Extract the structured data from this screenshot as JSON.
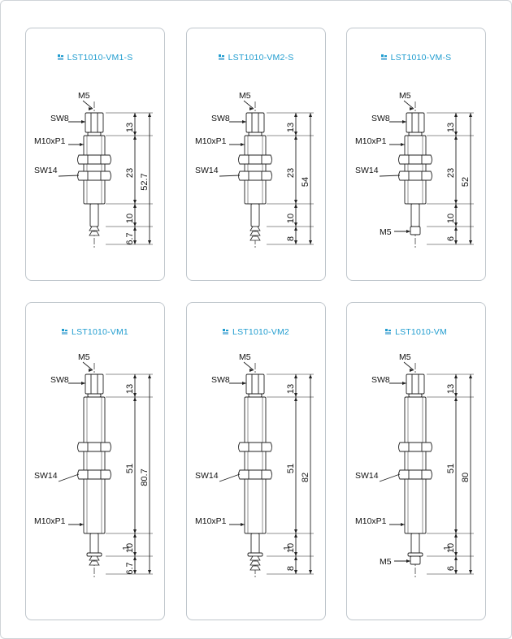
{
  "colors": {
    "title": "#1f9ccf",
    "line": "#222222",
    "card_border": "#bfc6cc"
  },
  "cards": [
    {
      "title": "LST1010-VM1-S",
      "tip_icon": "title-bullet-icon",
      "labels": {
        "m5": "M5",
        "sw8": "SW8",
        "m10": "M10xP1",
        "sw14": "SW14"
      },
      "dims": {
        "d1": "13",
        "d2": "23",
        "d3": "10",
        "d4": "6.7",
        "total": "52.7"
      }
    },
    {
      "title": "LST1010-VM2-S",
      "tip_icon": "title-bullet-icon",
      "labels": {
        "m5": "M5",
        "sw8": "SW8",
        "m10": "M10xP1",
        "sw14": "SW14"
      },
      "dims": {
        "d1": "13",
        "d2": "23",
        "d3": "10",
        "d4": "8",
        "total": "54"
      }
    },
    {
      "title": "LST1010-VM-S",
      "tip_icon": "title-bullet-icon",
      "labels": {
        "m5": "M5",
        "sw8": "SW8",
        "m10": "M10xP1",
        "sw14": "SW14",
        "m5b": "M5"
      },
      "dims": {
        "d1": "13",
        "d2": "23",
        "d3": "10",
        "d4": "6",
        "total": "52"
      }
    },
    {
      "title": "LST1010-VM1",
      "tip_icon": "title-bullet-icon",
      "labels": {
        "m5": "M5",
        "sw8": "SW8",
        "m10": "M10xP1",
        "sw14": "SW14"
      },
      "dims": {
        "d1": "13",
        "d2": "51",
        "d3": "10",
        "d4": "6.7",
        "total": "80.7",
        "small": "1"
      }
    },
    {
      "title": "LST1010-VM2",
      "tip_icon": "title-bullet-icon",
      "labels": {
        "m5": "M5",
        "sw8": "SW8",
        "m10": "M10xP1",
        "sw14": "SW14"
      },
      "dims": {
        "d1": "13",
        "d2": "51",
        "d3": "10",
        "d4": "8",
        "total": "82",
        "small": "1"
      }
    },
    {
      "title": "LST1010-VM",
      "tip_icon": "title-bullet-icon",
      "labels": {
        "m5": "M5",
        "sw8": "SW8",
        "m10": "M10xP1",
        "sw14": "SW14",
        "m5b": "M5"
      },
      "dims": {
        "d1": "13",
        "d2": "51",
        "d3": "10",
        "d4": "6",
        "total": "80",
        "small": "1"
      }
    }
  ]
}
